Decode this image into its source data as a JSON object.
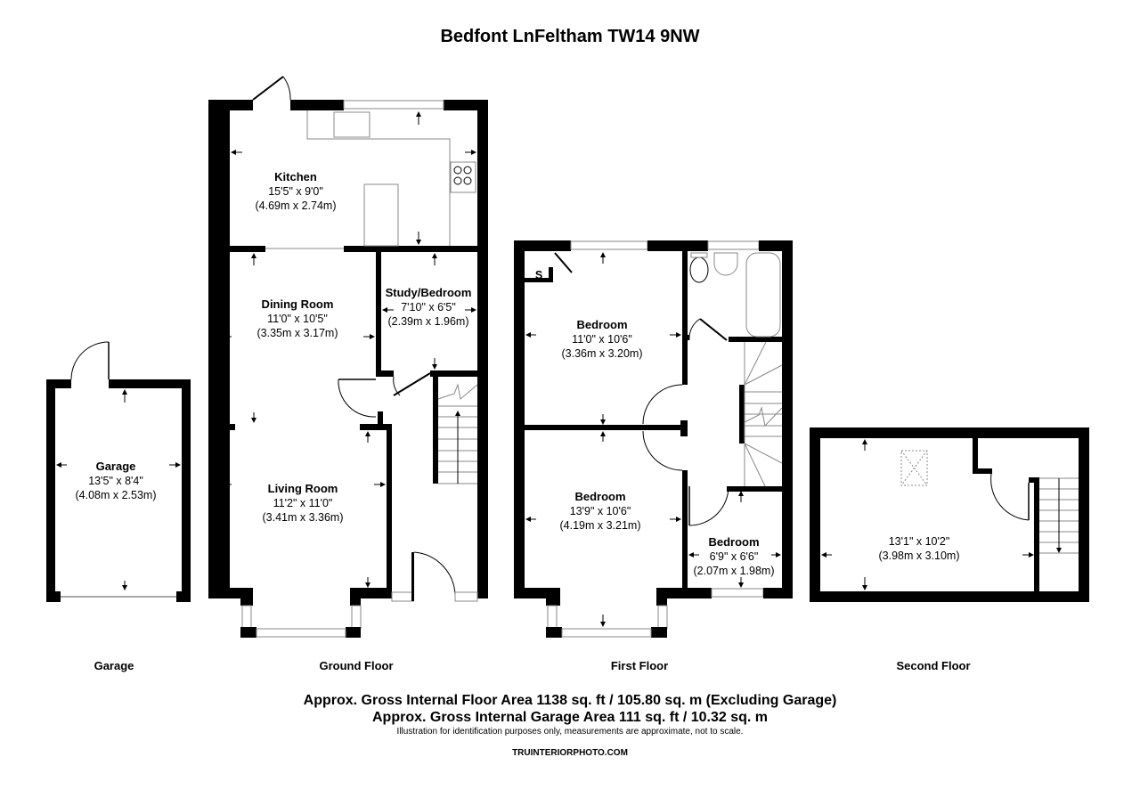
{
  "title": "Bedfont LnFeltham TW14 9NW",
  "rooms": {
    "kitchen": {
      "name": "Kitchen",
      "imperial": "15'5\" x 9'0\"",
      "metric": "(4.69m x 2.74m)"
    },
    "dining": {
      "name": "Dining Room",
      "imperial": "11'0\" x 10'5\"",
      "metric": "(3.35m x 3.17m)"
    },
    "study": {
      "name": "Study/Bedroom",
      "imperial": "7'10\" x 6'5\"",
      "metric": "(2.39m x 1.96m)"
    },
    "living": {
      "name": "Living Room",
      "imperial": "11'2\" x 11'0\"",
      "metric": "(3.41m x 3.36m)"
    },
    "garage": {
      "name": "Garage",
      "imperial": "13'5\" x 8'4\"",
      "metric": "(4.08m x 2.53m)"
    },
    "bedroom1": {
      "name": "Bedroom",
      "imperial": "11'0\" x 10'6\"",
      "metric": "(3.36m x 3.20m)"
    },
    "bedroom2": {
      "name": "Bedroom",
      "imperial": "13'9\" x 10'6\"",
      "metric": "(4.19m x 3.21m)"
    },
    "bedroom3": {
      "name": "Bedroom",
      "imperial": "6'9\" x 6'6\"",
      "metric": "(2.07m x 1.98m)"
    },
    "loft": {
      "name": "",
      "imperial": "13'1\" x 10'2\"",
      "metric": "(3.98m x 3.10m)"
    },
    "storage": {
      "name": "S"
    }
  },
  "floors": {
    "garage": "Garage",
    "ground": "Ground Floor",
    "first": "First Floor",
    "second": "Second Floor"
  },
  "footer": {
    "area_main": "Approx. Gross Internal Floor Area 1138 sq. ft / 105.80 sq. m (Excluding Garage)",
    "area_garage": "Approx. Gross Internal Garage Area 111 sq. ft / 10.32 sq. m",
    "disclaimer": "Illustration for identification purposes only, measurements are approximate, not to scale.",
    "website": "TRUINTERIORPHOTO.COM"
  }
}
